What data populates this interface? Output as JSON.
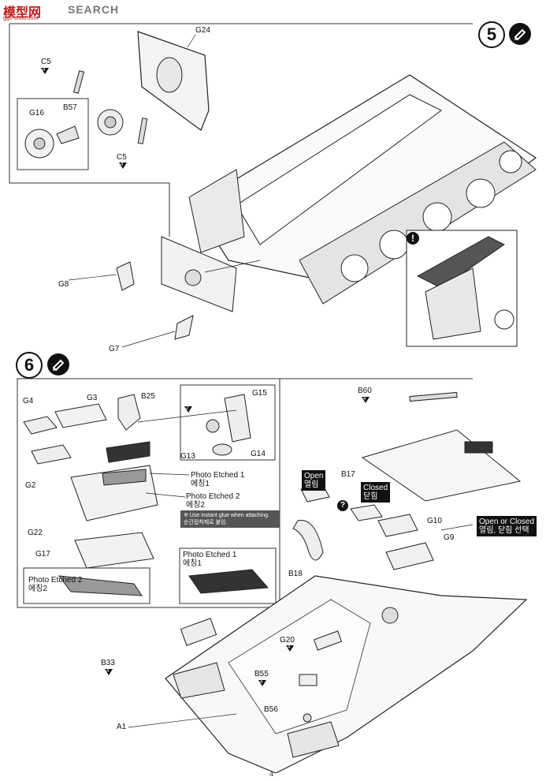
{
  "watermark": {
    "brand": "模型网",
    "search": "SEARCH",
    "url": "ggo-shou.com"
  },
  "step5": {
    "number": "5",
    "icon": "glue-icon",
    "labels": {
      "g24": "G24",
      "c5_top": "C5",
      "c5_bottom": "C5",
      "c5_badge": "4",
      "g16": "G16",
      "b57": "B57",
      "g8": "G8",
      "g7": "G7"
    },
    "detail_icon": "exclamation-icon"
  },
  "step6": {
    "number": "6",
    "icon": "glue-icon",
    "labels": {
      "g4": "G4",
      "g3": "G3",
      "b25": "B25",
      "g2": "G2",
      "g22": "G22",
      "g17": "G17",
      "g15": "G15",
      "g13": "G13",
      "g14": "G14",
      "inset_badge": "2",
      "pe1": "Photo Etched 1",
      "pe1_kr": "에칭1",
      "pe2": "Photo Etched 2",
      "pe2_kr": "에칭2",
      "glue_note_en": "※ Use instant glue when attaching.",
      "glue_note_kr": "순간접착제로 붙임.",
      "pe2_box": "Photo Etched 2",
      "pe2_box_kr": "에칭2",
      "pe1_box": "Photo Etched 1",
      "pe1_box_kr": "에칭1",
      "b60": "B60",
      "b60_badge": "4",
      "open": "Open",
      "open_kr": "열림",
      "b17": "B17",
      "closed": "Closed",
      "closed_kr": "닫힘",
      "g10": "G10",
      "g9": "G9",
      "open_or_closed": "Open or Closed",
      "open_or_closed_kr": "열림, 닫힘 선택",
      "b18": "B18",
      "g20": "G20",
      "g20_badge": "4",
      "b33": "B33",
      "b33_badge": "4",
      "b55": "B55",
      "b55_badge": "4",
      "b56": "B56",
      "a1": "A1"
    }
  },
  "page_number": "4"
}
